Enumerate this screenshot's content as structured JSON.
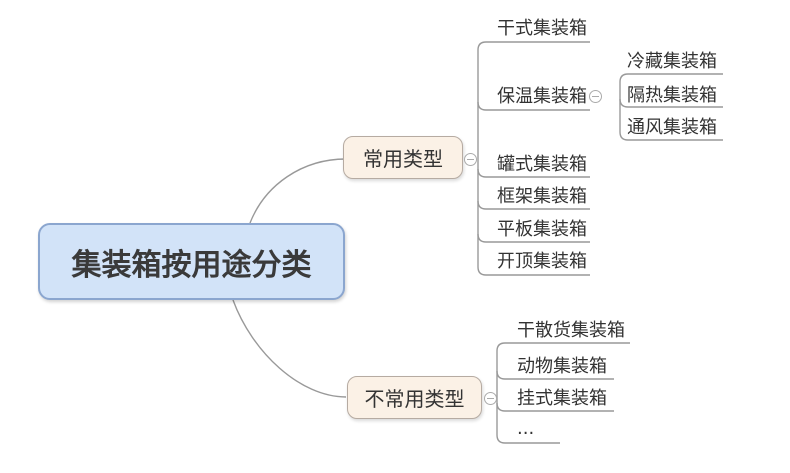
{
  "colors": {
    "root_fill": "#d2e3f8",
    "root_border": "#8ba6cf",
    "root_text_color": "#3a3a3a",
    "branch_fill": "#fbf1e6",
    "branch_border": "#b6aba2",
    "text_color": "#333333",
    "line_color": "#999999",
    "collapse_border": "#ababab"
  },
  "root": {
    "label": "集装箱按用途分类"
  },
  "branches": [
    {
      "label": "常用类型",
      "collapse_icon": "minus",
      "children": [
        {
          "label": "干式集装箱"
        },
        {
          "label": "保温集装箱",
          "collapse_icon": "minus",
          "children": [
            {
              "label": "冷藏集装箱"
            },
            {
              "label": "隔热集装箱"
            },
            {
              "label": "通风集装箱"
            }
          ]
        },
        {
          "label": "罐式集装箱"
        },
        {
          "label": "框架集装箱"
        },
        {
          "label": "平板集装箱"
        },
        {
          "label": "开顶集装箱"
        }
      ]
    },
    {
      "label": "不常用类型",
      "collapse_icon": "minus",
      "children": [
        {
          "label": "干散货集装箱"
        },
        {
          "label": "动物集装箱"
        },
        {
          "label": "挂式集装箱"
        },
        {
          "label": "..."
        }
      ]
    }
  ]
}
